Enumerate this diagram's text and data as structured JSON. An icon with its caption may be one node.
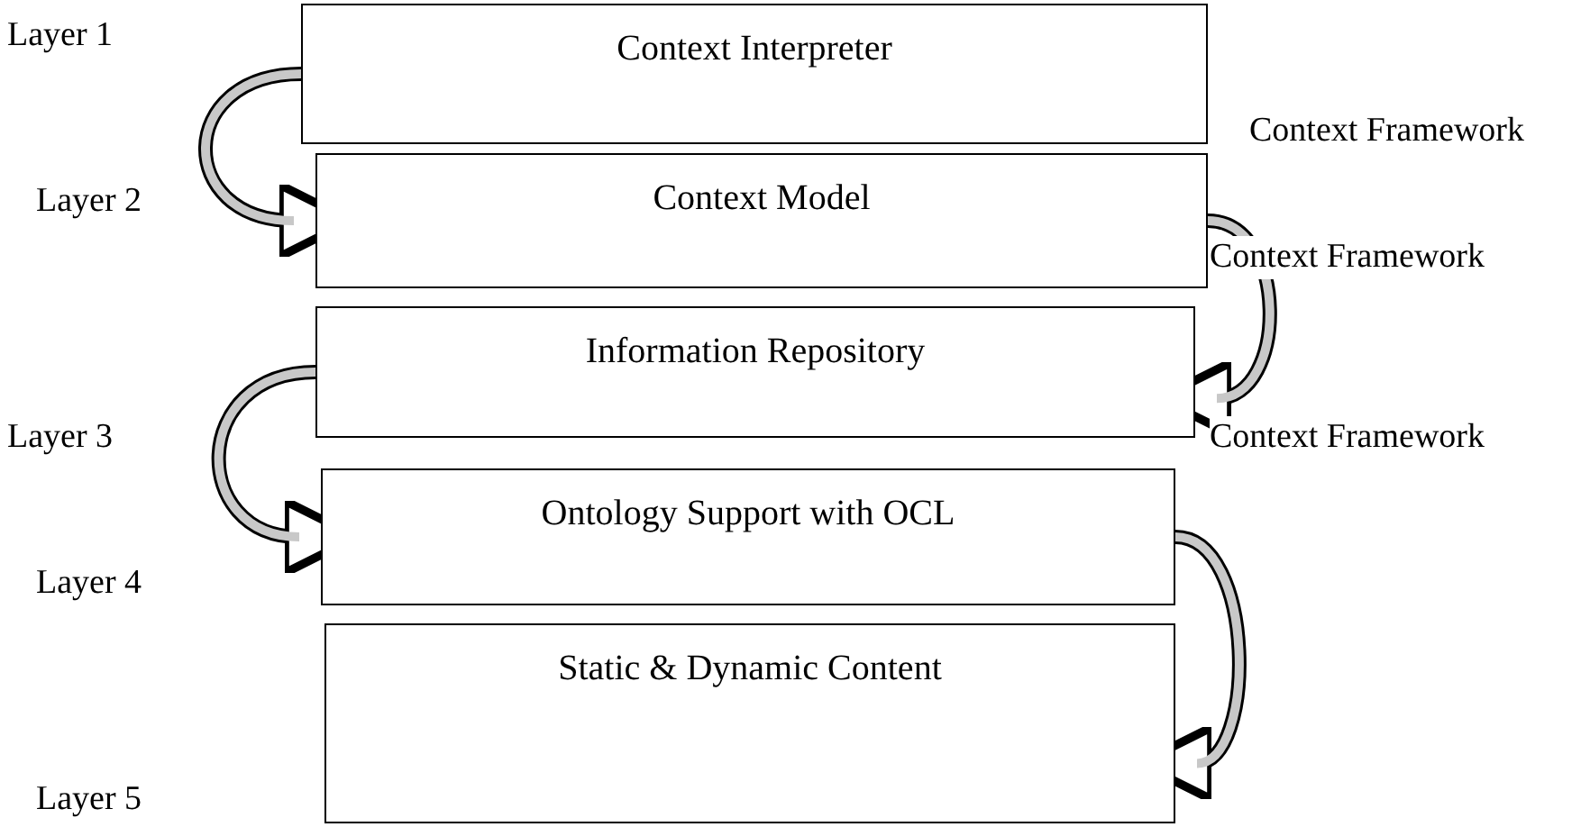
{
  "diagram": {
    "nodes": [
      {
        "text": [
          "Context Interpreter"
        ]
      },
      {
        "text": [
          "Context Model"
        ]
      },
      {
        "text": [
          "Information Repository"
        ]
      },
      {
        "text": [
          "Ontology Support with OCL"
        ]
      },
      {
        "text": [
          "Static & Dynamic Content"
        ]
      }
    ],
    "edges": [
      {
        "from": 0,
        "to": 1,
        "arrow": "to"
      },
      {
        "from": 1,
        "to": 2,
        "arrow": "to"
      },
      {
        "from": 2,
        "to": 3,
        "arrow": "to"
      },
      {
        "from": 3,
        "to": 4,
        "arrow": "to"
      }
    ],
    "labels": [
      "Layer 1",
      "Context Framework",
      "Layer 2",
      "Context Framework",
      "Layer 3",
      "Context Framework",
      "Layer 4",
      "Layer 5"
    ]
  }
}
